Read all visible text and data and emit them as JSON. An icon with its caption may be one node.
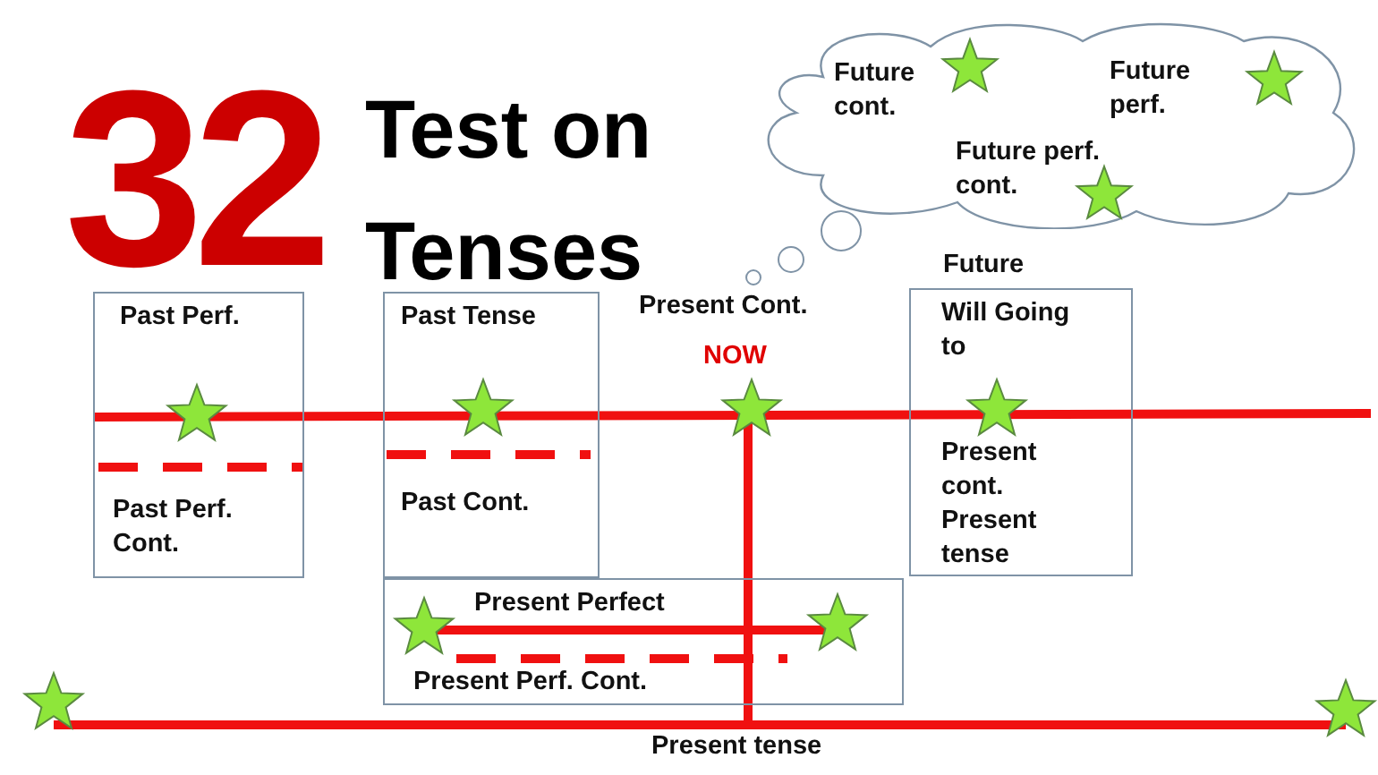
{
  "diagram": {
    "title": "Test on Tenses",
    "nodes": [
      {
        "text": [
          "Past Perf.",
          "Past Perf. Cont."
        ]
      },
      {
        "text": [
          "Past Tense",
          "Past Cont."
        ]
      },
      {
        "text": [
          "Will Going to",
          "Present cont. Present tense"
        ],
        "beside": [
          "Future"
        ]
      },
      {
        "text": [
          "Present Perfect",
          "Present Perf. Cont."
        ]
      },
      {
        "text": [
          "Future cont.",
          "Future perf.",
          "Future perf. cont."
        ]
      }
    ],
    "labels": [
      "32",
      "Present Cont.",
      "NOW",
      "Present tense"
    ]
  }
}
